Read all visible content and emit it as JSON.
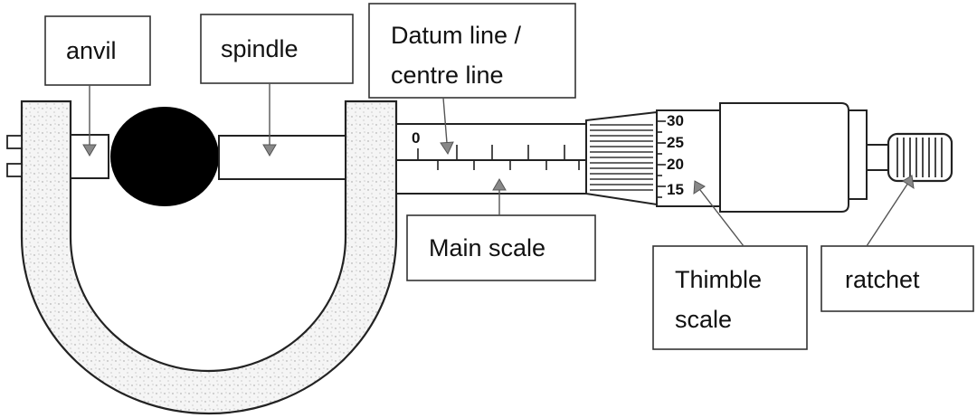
{
  "labels": {
    "anvil": "anvil",
    "spindle": "spindle",
    "datum_line_1": "Datum line /",
    "datum_line_2": "centre line",
    "main_scale": "Main scale",
    "thimble_scale_1": "Thimble",
    "thimble_scale_2": "scale",
    "ratchet": "ratchet"
  },
  "main_scale_zero": "0",
  "thimble_numbers": [
    "30",
    "25",
    "20",
    "15"
  ],
  "colors": {
    "frame_fill": "#f4f4f4",
    "frame_speckle": "#9a9a9a",
    "ball": "#000000",
    "arrow": "#8a8a8a",
    "outline": "#222222"
  }
}
